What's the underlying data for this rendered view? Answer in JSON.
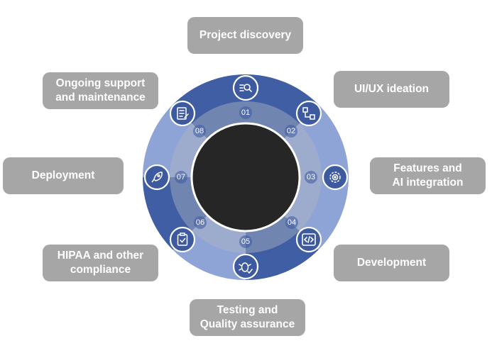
{
  "colors": {
    "dark_blue": "#3f5ea3",
    "light_blue": "#8ea3d6",
    "ring_overlay": "#7c8aa6",
    "center": "#262626",
    "label_bg": "#a6a6a6",
    "icon_bg": "#3d5aa0"
  },
  "center_label": "",
  "steps": [
    {
      "num": "01",
      "label": "Project discovery",
      "icon": "search-list-icon"
    },
    {
      "num": "02",
      "label": "UI/UX ideation",
      "icon": "flowchart-icon"
    },
    {
      "num": "03",
      "label": "Features and\nAI integration",
      "icon": "ai-gear-icon"
    },
    {
      "num": "04",
      "label": "Development",
      "icon": "code-icon"
    },
    {
      "num": "05",
      "label": "Testing and\nQuality assurance",
      "icon": "bug-check-icon"
    },
    {
      "num": "06",
      "label": "HIPAA and other\ncompliance",
      "icon": "clipboard-check-icon"
    },
    {
      "num": "07",
      "label": "Deployment",
      "icon": "rocket-icon"
    },
    {
      "num": "08",
      "label": "Ongoing support\nand maintenance",
      "icon": "document-edit-icon"
    }
  ]
}
